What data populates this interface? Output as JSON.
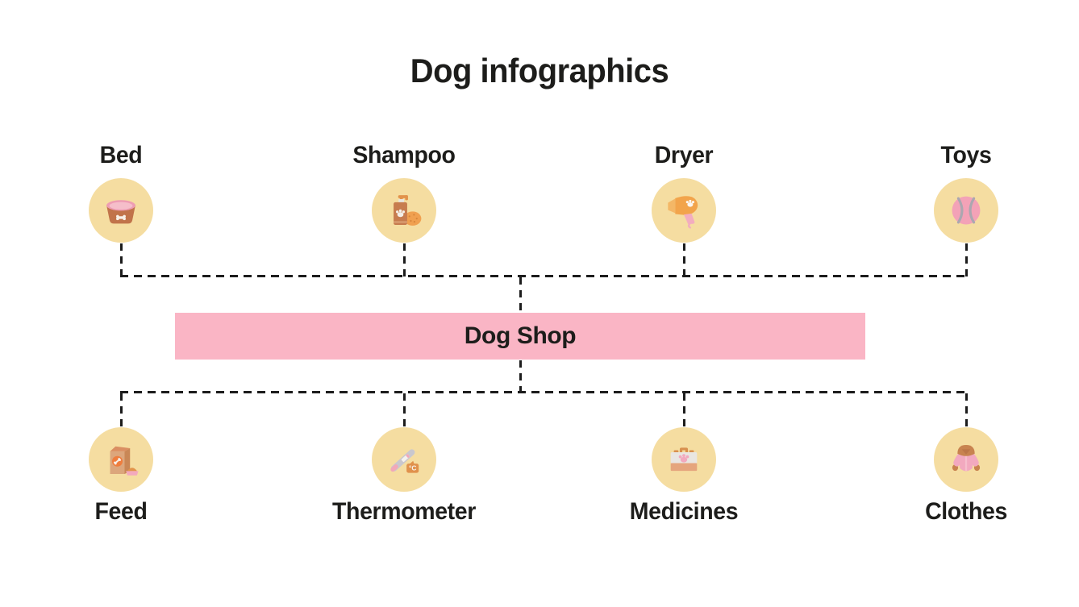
{
  "title": "Dog infographics",
  "banner": {
    "label": "Dog Shop"
  },
  "colors": {
    "background": "#FFFFFF",
    "text": "#1D1D1B",
    "line": "#1C1C1C",
    "banner_pink": "#FAB5C5",
    "circle_cream": "#F5DDA1"
  },
  "top_row": [
    {
      "label": "Bed",
      "icon": "dog-bed-icon"
    },
    {
      "label": "Shampoo",
      "icon": "shampoo-bottle-icon"
    },
    {
      "label": "Dryer",
      "icon": "hair-dryer-icon"
    },
    {
      "label": "Toys",
      "icon": "tennis-ball-icon"
    }
  ],
  "bottom_row": [
    {
      "label": "Feed",
      "icon": "dog-food-icon"
    },
    {
      "label": "Thermometer",
      "icon": "thermometer-icon",
      "bubble_text": "°C"
    },
    {
      "label": "Medicines",
      "icon": "first-aid-kit-icon"
    },
    {
      "label": "Clothes",
      "icon": "dog-coat-icon"
    }
  ]
}
